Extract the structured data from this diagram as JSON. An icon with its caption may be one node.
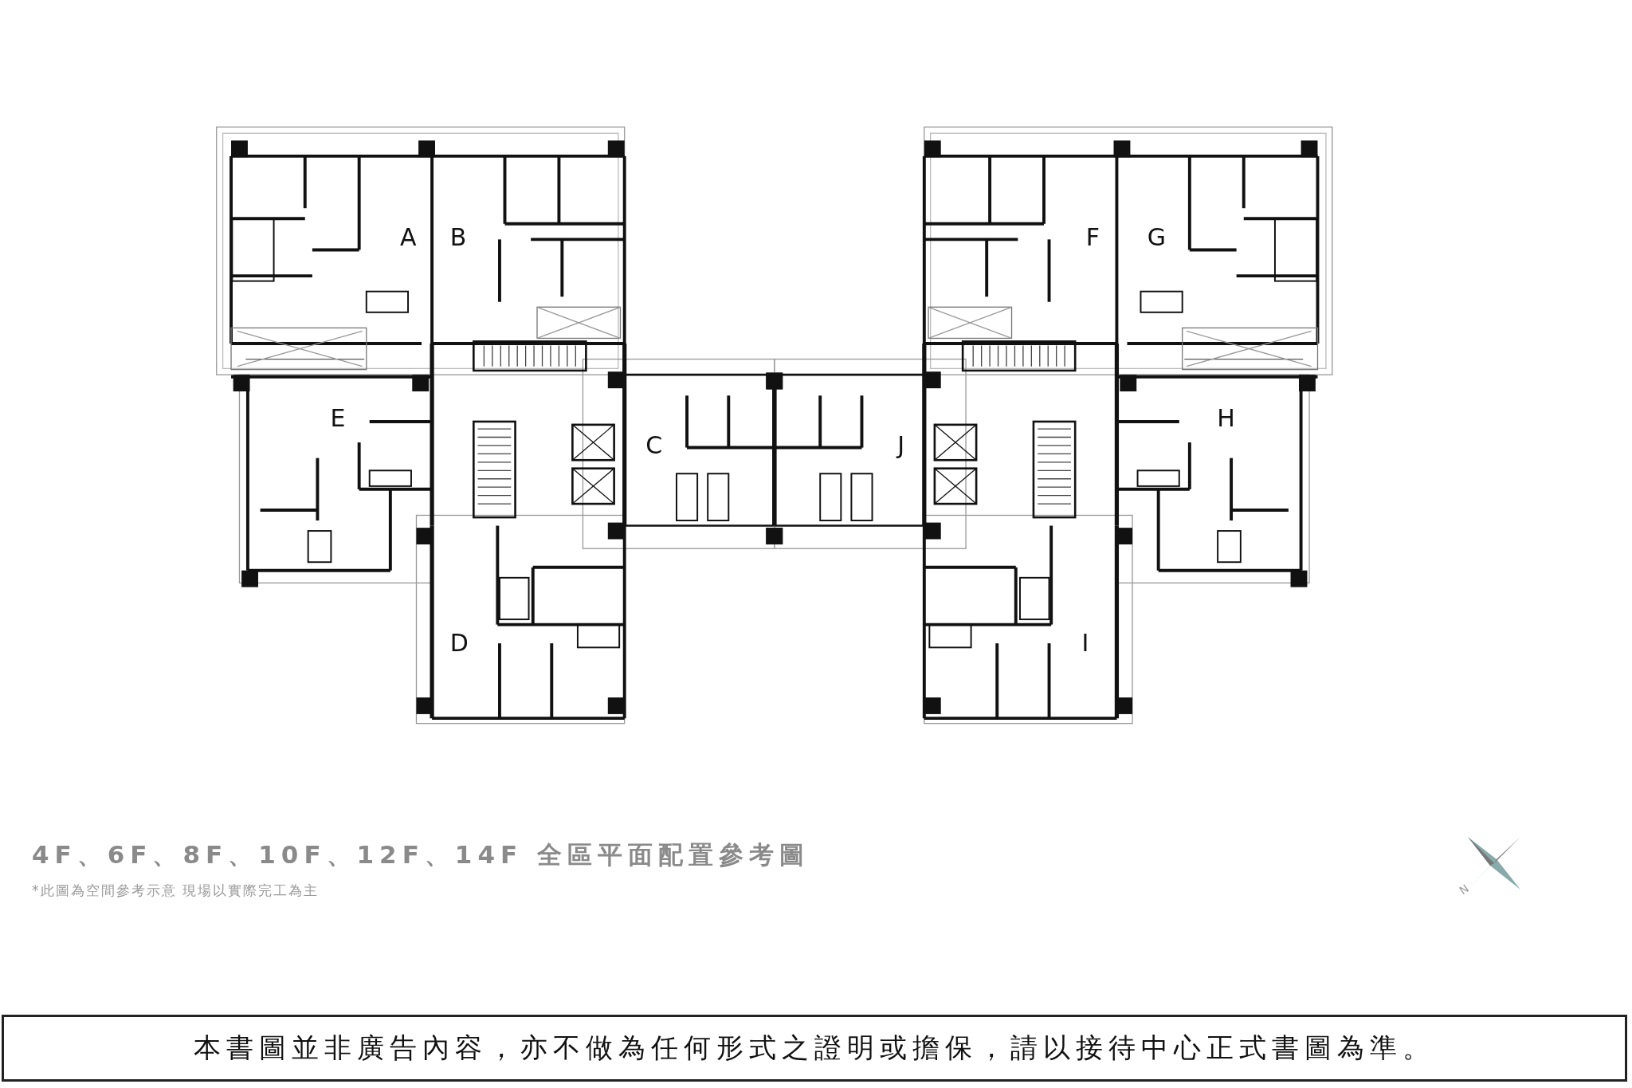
{
  "diagram": {
    "title": "4F、6F、8F、10F、12F、14F 全區平面配置參考圖",
    "caption": "*此圖為空間參考示意 現場以實際完工為主",
    "labels": [
      "A",
      "B",
      "F",
      "G",
      "E",
      "H",
      "C",
      "J",
      "D",
      "I",
      "N",
      "本書圖並非廣告內容，亦不做為任何形式之證明或擔保，請以接待中心正式書圖為準。"
    ]
  }
}
